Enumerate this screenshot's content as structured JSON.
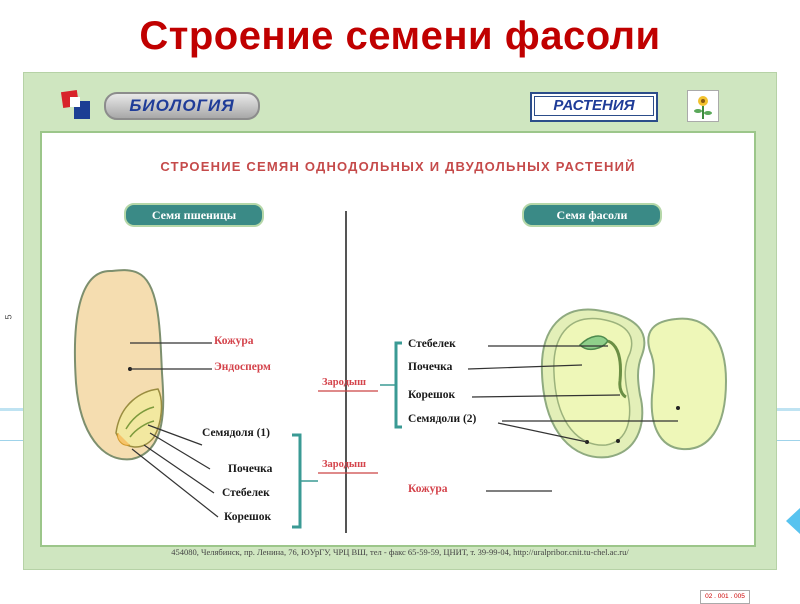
{
  "slide": {
    "title": "Строение семени фасоли",
    "side_number": "5"
  },
  "header": {
    "brand": "БИОЛОГИЯ",
    "tag": "РАСТЕНИЯ"
  },
  "board": {
    "title": "СТРОЕНИЕ СЕМЯН ОДНОДОЛЬНЫХ И ДВУДОЛЬНЫХ РАСТЕНИЙ"
  },
  "wheat": {
    "pill": "Семя пшеницы",
    "label_peel": "Кожура",
    "label_endosperm": "Эндосперм",
    "label_cotyledon": "Семядоля (1)",
    "label_bud": "Почечка",
    "label_stem": "Стебелек",
    "label_root": "Корешок",
    "label_embryo": "Зародыш"
  },
  "bean": {
    "pill": "Семя фасоли",
    "label_embryo": "Зародыш",
    "label_stem": "Стебелек",
    "label_bud": "Почечка",
    "label_root": "Корешок",
    "label_cotyledons": "Семядоли (2)",
    "label_peel": "Кожура"
  },
  "footer": {
    "address": "454080, Челябинск, пр. Ленина, 76, ЮУрГУ, ЧРЦ ВШ, тел - факс 65-59-59, ЦНИТ, т. 39-99-04, http://uralpribor.cnit.tu-chel.ac.ru/",
    "code": "02 . 001 . 005"
  },
  "colors": {
    "title_red": "#c00000",
    "poster_green": "#cfe6c0",
    "pill_teal": "#3a8a86",
    "label_red": "#d4434b",
    "bracket_teal": "#3a9a94",
    "seed_fill": "#eef7b8",
    "seed_edge": "#8faa80",
    "wheat_fill": "#f5ddb0"
  }
}
